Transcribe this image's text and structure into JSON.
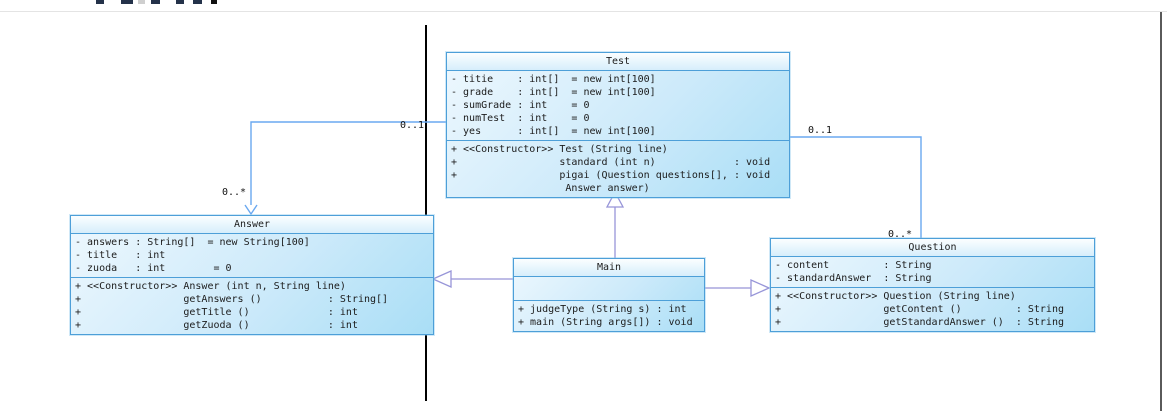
{
  "diagram": {
    "classes": {
      "test": {
        "title": "Test",
        "attributes": [
          "- titie    : int[]  = new int[100]",
          "- grade    : int[]  = new int[100]",
          "- sumGrade : int    = 0",
          "- numTest  : int    = 0",
          "- yes      : int[]  = new int[100]"
        ],
        "methods": [
          "+ <<Constructor>> Test (String line)",
          "+                 standard (int n)             : void",
          "+                 pigai (Question questions[], : void",
          "                   Answer answer)"
        ]
      },
      "answer": {
        "title": "Answer",
        "attributes": [
          "- answers : String[]  = new String[100]",
          "- title   : int",
          "- zuoda   : int        = 0"
        ],
        "methods": [
          "+ <<Constructor>> Answer (int n, String line)",
          "+                 getAnswers ()           : String[]",
          "+                 getTitle ()             : int",
          "+                 getZuoda ()             : int"
        ]
      },
      "main": {
        "title": "Main",
        "attributes": [],
        "methods": [
          "+ judgeType (String s) : int",
          "+ main (String args[]) : void"
        ]
      },
      "question": {
        "title": "Question",
        "attributes": [
          "- content         : String",
          "- standardAnswer  : String"
        ],
        "methods": [
          "+ <<Constructor>> Question (String line)",
          "+                 getContent ()         : String",
          "+                 getStandardAnswer ()  : String"
        ]
      }
    },
    "multiplicities": {
      "test_answer_source": "0..1",
      "test_answer_target": "0..*",
      "test_question_source": "0..1",
      "test_question_target": "0..*"
    },
    "colors": {
      "box_border": "#4d9fd8",
      "box_fill_light": "#eef8fe",
      "box_fill_dark": "#a9def6",
      "association_line": "#6aa8f0",
      "generalization_line": "#9795d8",
      "page_boundary_line": "#000000"
    }
  }
}
